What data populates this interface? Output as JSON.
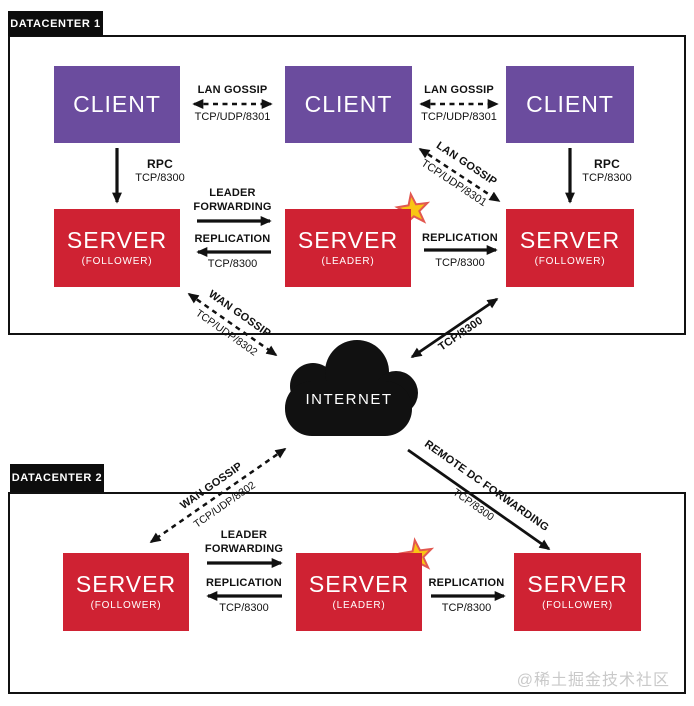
{
  "colors": {
    "purple": "#6B4C9E",
    "red": "#CF2233",
    "ink": "#111111",
    "label-bg": "#0D0D0D",
    "star-fill": "#F9C513",
    "star-stroke": "#E25850",
    "watermark": "#C9C9C9"
  },
  "dc1": {
    "label": "DATACENTER 1",
    "client1": "CLIENT",
    "client2": "CLIENT",
    "client3": "CLIENT",
    "server1": {
      "title": "SERVER",
      "sub": "(FOLLOWER)"
    },
    "server2": {
      "title": "SERVER",
      "sub": "(LEADER)"
    },
    "server3": {
      "title": "SERVER",
      "sub": "(FOLLOWER)"
    },
    "lan_left": {
      "title": "LAN GOSSIP",
      "sub": "TCP/UDP/8301"
    },
    "lan_right": {
      "title": "LAN GOSSIP",
      "sub": "TCP/UDP/8301"
    },
    "lan_diag": {
      "title": "LAN GOSSIP",
      "sub": "TCP/UDP/8301"
    },
    "rpc_left": {
      "title": "RPC",
      "sub": "TCP/8300"
    },
    "rpc_right": {
      "title": "RPC",
      "sub": "TCP/8300"
    },
    "lf": {
      "line1": "LEADER",
      "line2": "FORWARDING",
      "replication": "REPLICATION",
      "sub": "TCP/8300"
    },
    "rep": {
      "title": "REPLICATION",
      "sub": "TCP/8300"
    }
  },
  "wan": {
    "internet": "INTERNET",
    "gossip_top": {
      "title": "WAN GOSSIP",
      "sub": "TCP/UDP/8302"
    },
    "tcp_right": {
      "title": "TCP/8300"
    },
    "gossip_bottom": {
      "title": "WAN GOSSIP",
      "sub": "TCP/UDP/8302"
    },
    "remote": {
      "title": "REMOTE DC FORWARDING",
      "sub": "TCP/8300"
    }
  },
  "dc2": {
    "label": "DATACENTER 2",
    "server1": {
      "title": "SERVER",
      "sub": "(FOLLOWER)"
    },
    "server2": {
      "title": "SERVER",
      "sub": "(LEADER)"
    },
    "server3": {
      "title": "SERVER",
      "sub": "(FOLLOWER)"
    },
    "lf": {
      "line1": "LEADER",
      "line2": "FORWARDING",
      "replication": "REPLICATION",
      "sub": "TCP/8300"
    },
    "rep": {
      "title": "REPLICATION",
      "sub": "TCP/8300"
    }
  },
  "watermark": "@稀土掘金技术社区"
}
